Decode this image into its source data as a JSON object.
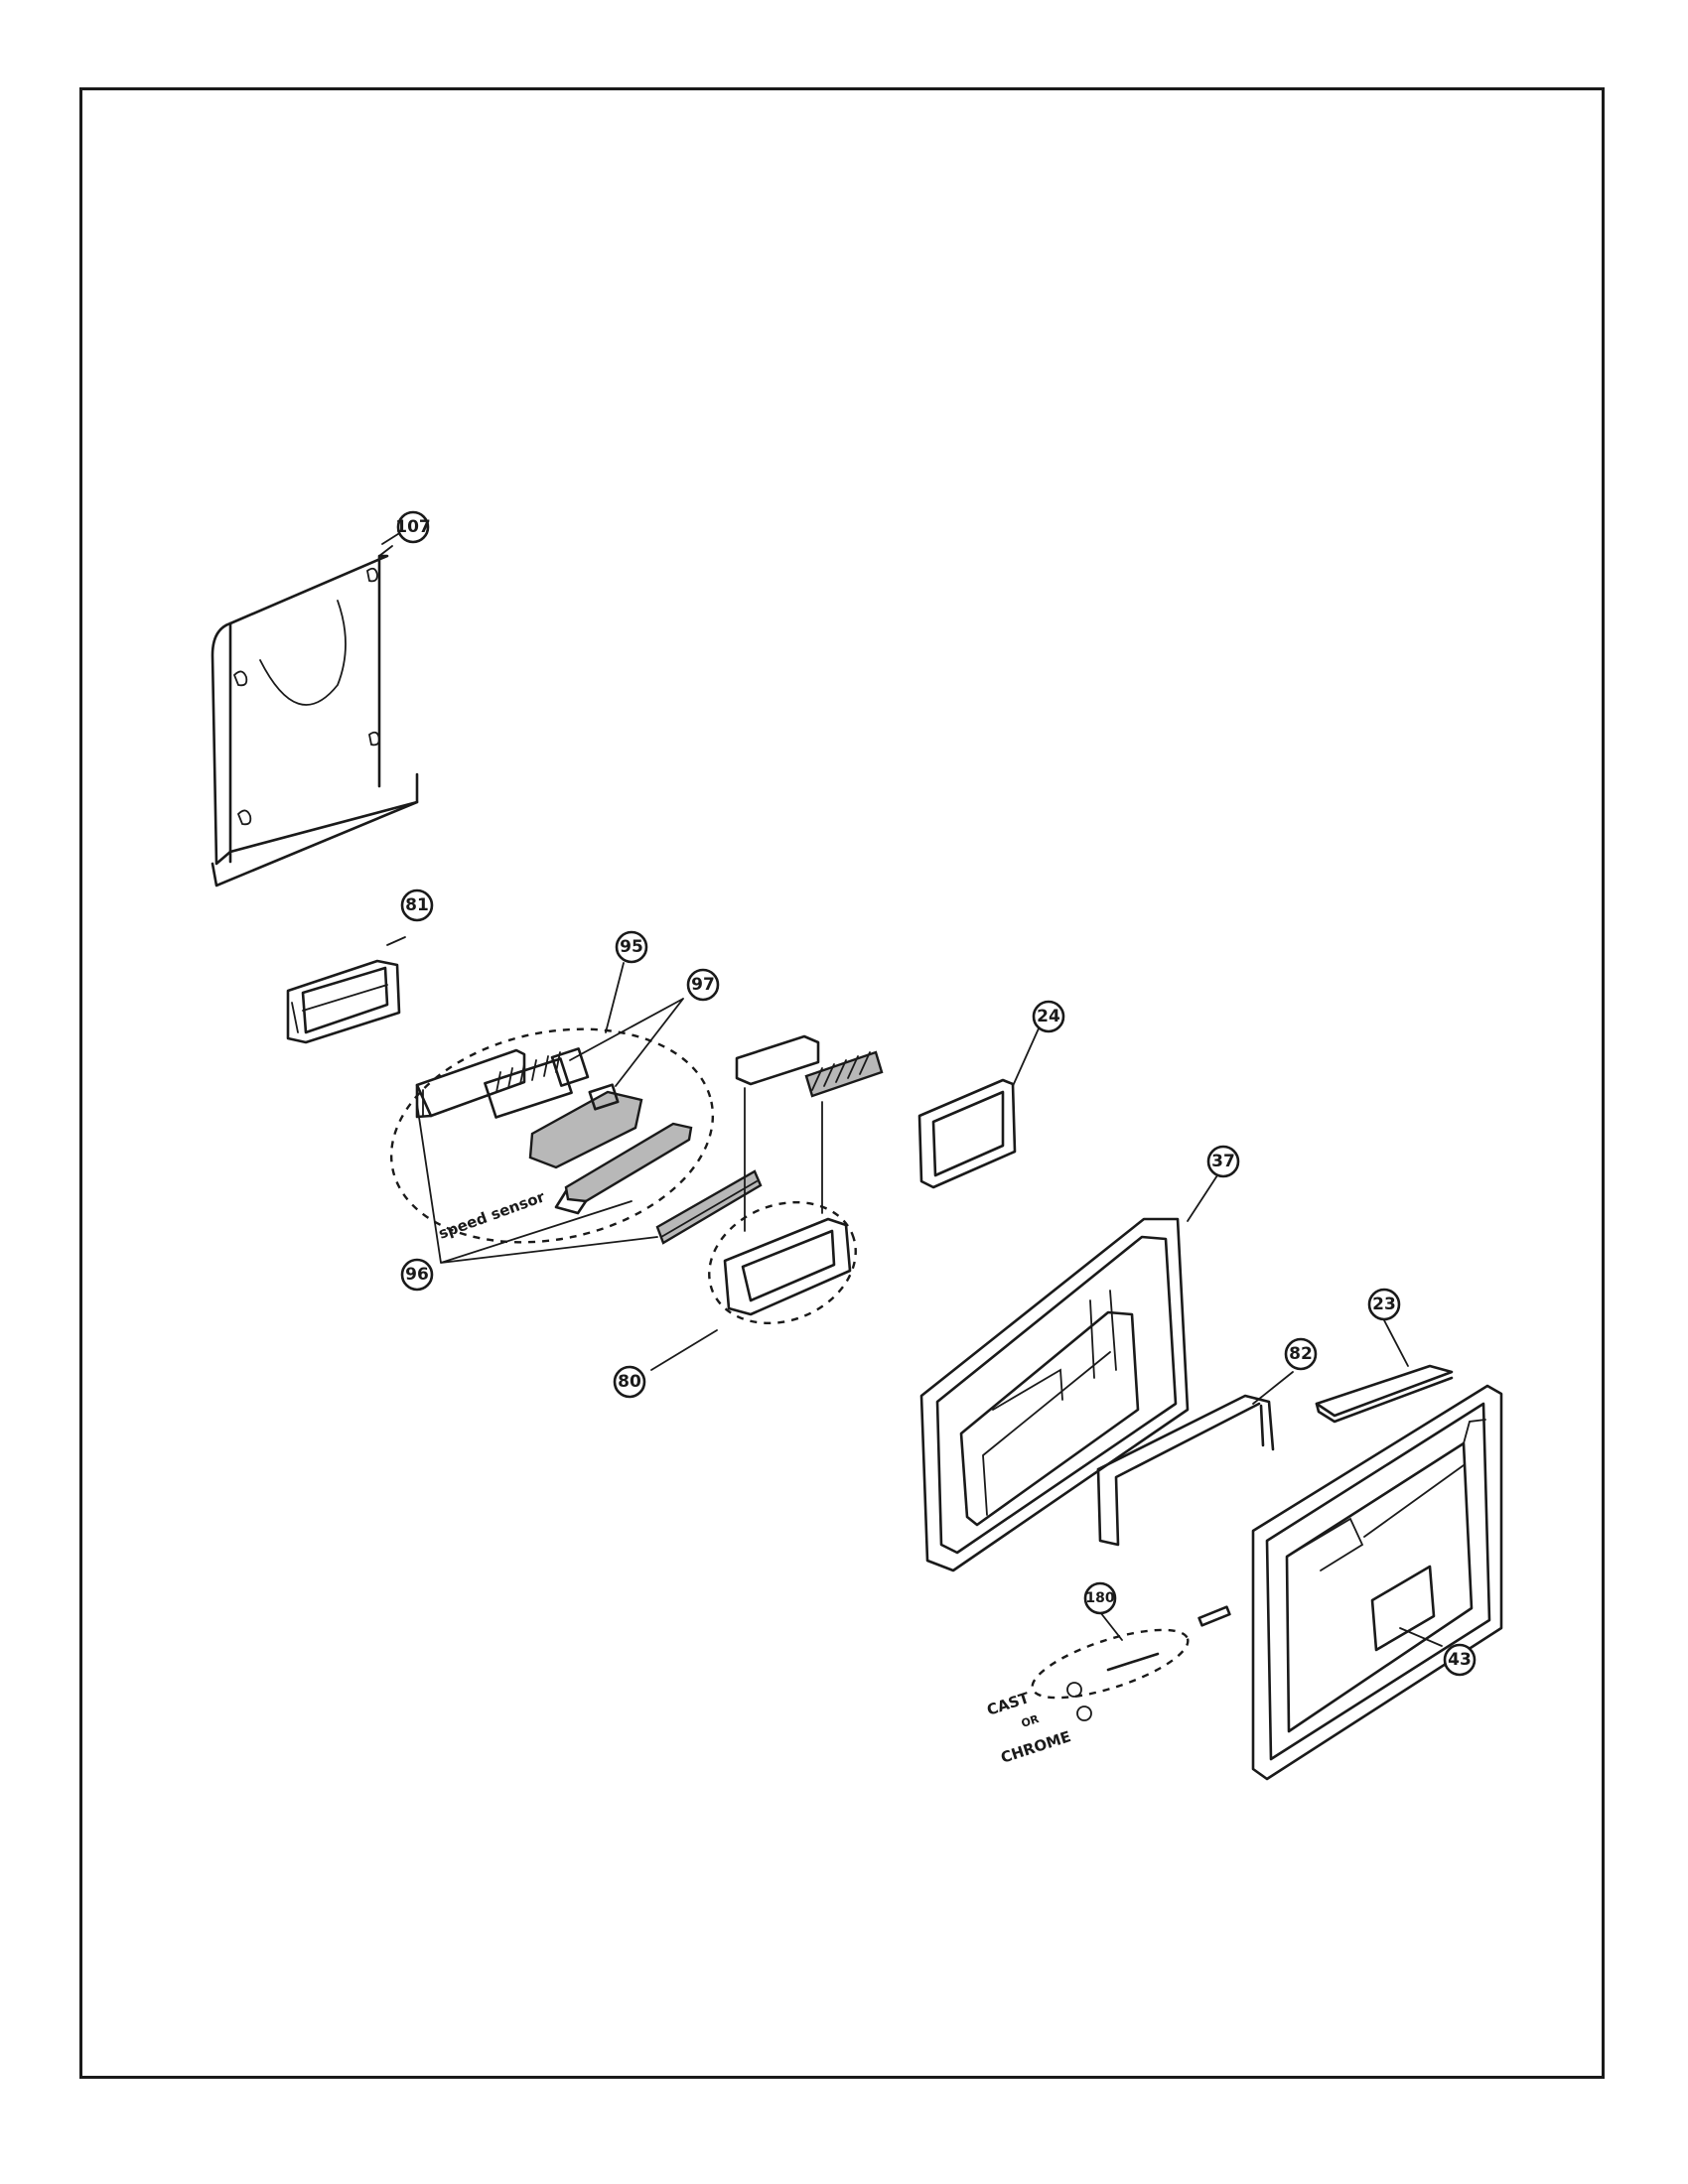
{
  "callouts": {
    "c107": "107",
    "c81": "81",
    "c95": "95",
    "c97": "97",
    "c96": "96",
    "c80": "80",
    "c24": "24",
    "c37": "37",
    "c82": "82",
    "c23": "23",
    "c180": "180",
    "c43": "43"
  },
  "notes": {
    "speed_sensor": "speed sensor",
    "cast": "CAST",
    "or": "OR",
    "chrome": "CHROME"
  }
}
